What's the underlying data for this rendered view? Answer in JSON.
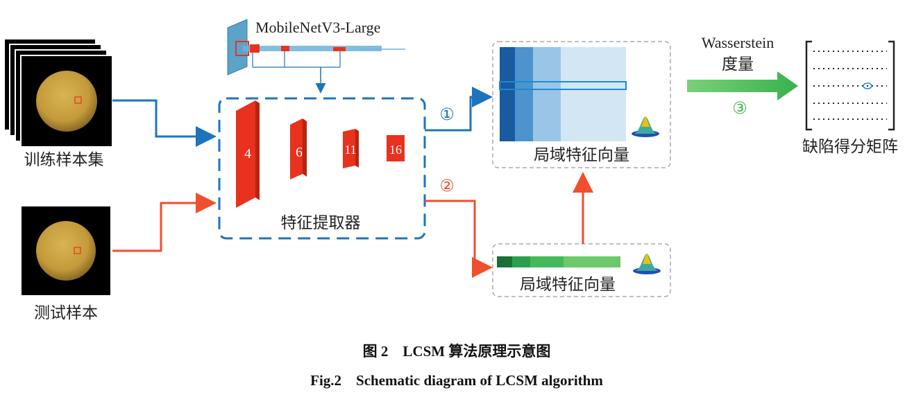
{
  "backbone": {
    "label": "MobileNetV3-Large"
  },
  "inputs": {
    "train_label": "训练样本集",
    "test_label": "测试样本"
  },
  "extractor": {
    "label": "特征提取器",
    "layers": [
      "4",
      "6",
      "11",
      "16"
    ]
  },
  "steps": {
    "one": "①",
    "two": "②",
    "three": "③"
  },
  "feature_vectors": {
    "top_label": "局域特征向量",
    "bottom_label": "局域特征向量"
  },
  "metric": {
    "line1": "Wasserstein",
    "line2": "度量"
  },
  "matrix": {
    "label": "缺陷得分矩阵"
  },
  "caption": {
    "cn": "图 2　LCSM 算法原理示意图",
    "en": "Fig.2　Schematic diagram of LCSM algorithm"
  },
  "colors": {
    "blue": "#1e73be",
    "red": "#f04e2e",
    "green": "#3cb44b",
    "layer_red": "#e8321e"
  }
}
